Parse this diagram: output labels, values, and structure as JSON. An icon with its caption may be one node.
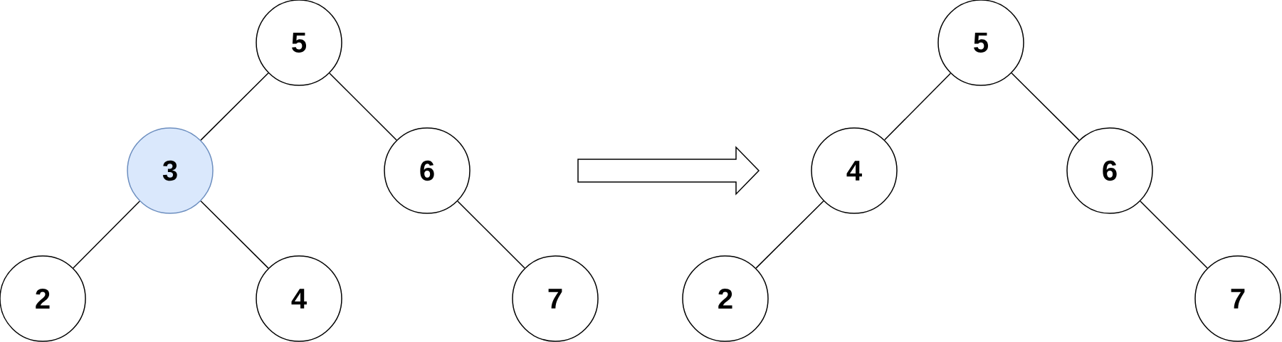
{
  "diagram": {
    "nodes": [
      {
        "text": [
          "5"
        ]
      },
      {
        "text": [
          "3"
        ]
      },
      {
        "text": [
          "6"
        ]
      },
      {
        "text": [
          "2"
        ]
      },
      {
        "text": [
          "4"
        ]
      },
      {
        "text": [
          "7"
        ]
      },
      {
        "text": [
          "5"
        ]
      },
      {
        "text": [
          "4"
        ]
      },
      {
        "text": [
          "6"
        ]
      },
      {
        "text": [
          "2"
        ]
      },
      {
        "text": [
          "7"
        ]
      }
    ],
    "edges": [
      {
        "from": 0,
        "to": 1,
        "arrow": "none"
      },
      {
        "from": 0,
        "to": 2,
        "arrow": "none"
      },
      {
        "from": 1,
        "to": 3,
        "arrow": "none"
      },
      {
        "from": 1,
        "to": 4,
        "arrow": "none"
      },
      {
        "from": 2,
        "to": 5,
        "arrow": "none"
      },
      {
        "from": 6,
        "to": 7,
        "arrow": "none"
      },
      {
        "from": 6,
        "to": 8,
        "arrow": "none"
      },
      {
        "from": 7,
        "to": 9,
        "arrow": "none"
      },
      {
        "from": 8,
        "to": 10,
        "arrow": "none"
      }
    ]
  }
}
